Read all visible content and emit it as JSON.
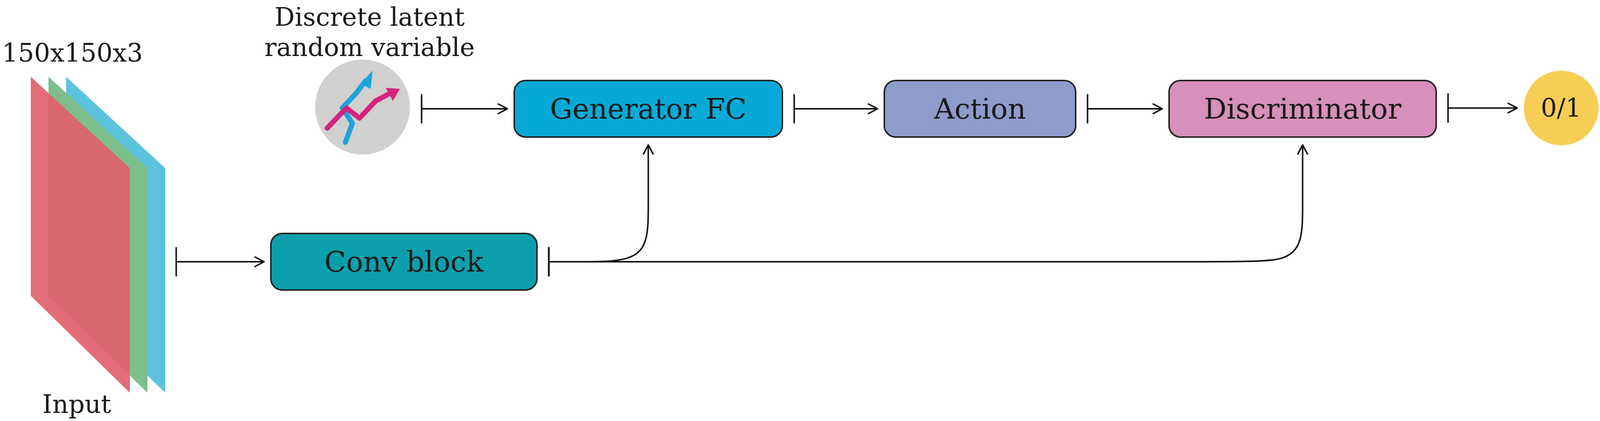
{
  "diagram": {
    "nodes": [
      {
        "text": [
          "150x150x3",
          "Input"
        ]
      },
      {
        "text": [
          "Discrete latent random variable"
        ]
      },
      {
        "text": [
          "Generator FC"
        ]
      },
      {
        "text": [
          "Action"
        ]
      },
      {
        "text": [
          "Discriminator"
        ]
      },
      {
        "text": [
          "0/1"
        ]
      },
      {
        "text": [
          "Conv block"
        ]
      }
    ],
    "edges": [
      {
        "from": 0,
        "to": 6,
        "arrow": "to"
      },
      {
        "from": 1,
        "to": 2,
        "arrow": "to"
      },
      {
        "from": 2,
        "to": 3,
        "arrow": "to"
      },
      {
        "from": 3,
        "to": 4,
        "arrow": "to"
      },
      {
        "from": 4,
        "to": 5,
        "arrow": "to"
      },
      {
        "from": 6,
        "to": 2,
        "arrow": "to"
      },
      {
        "from": 6,
        "to": 4,
        "arrow": "to"
      }
    ]
  }
}
